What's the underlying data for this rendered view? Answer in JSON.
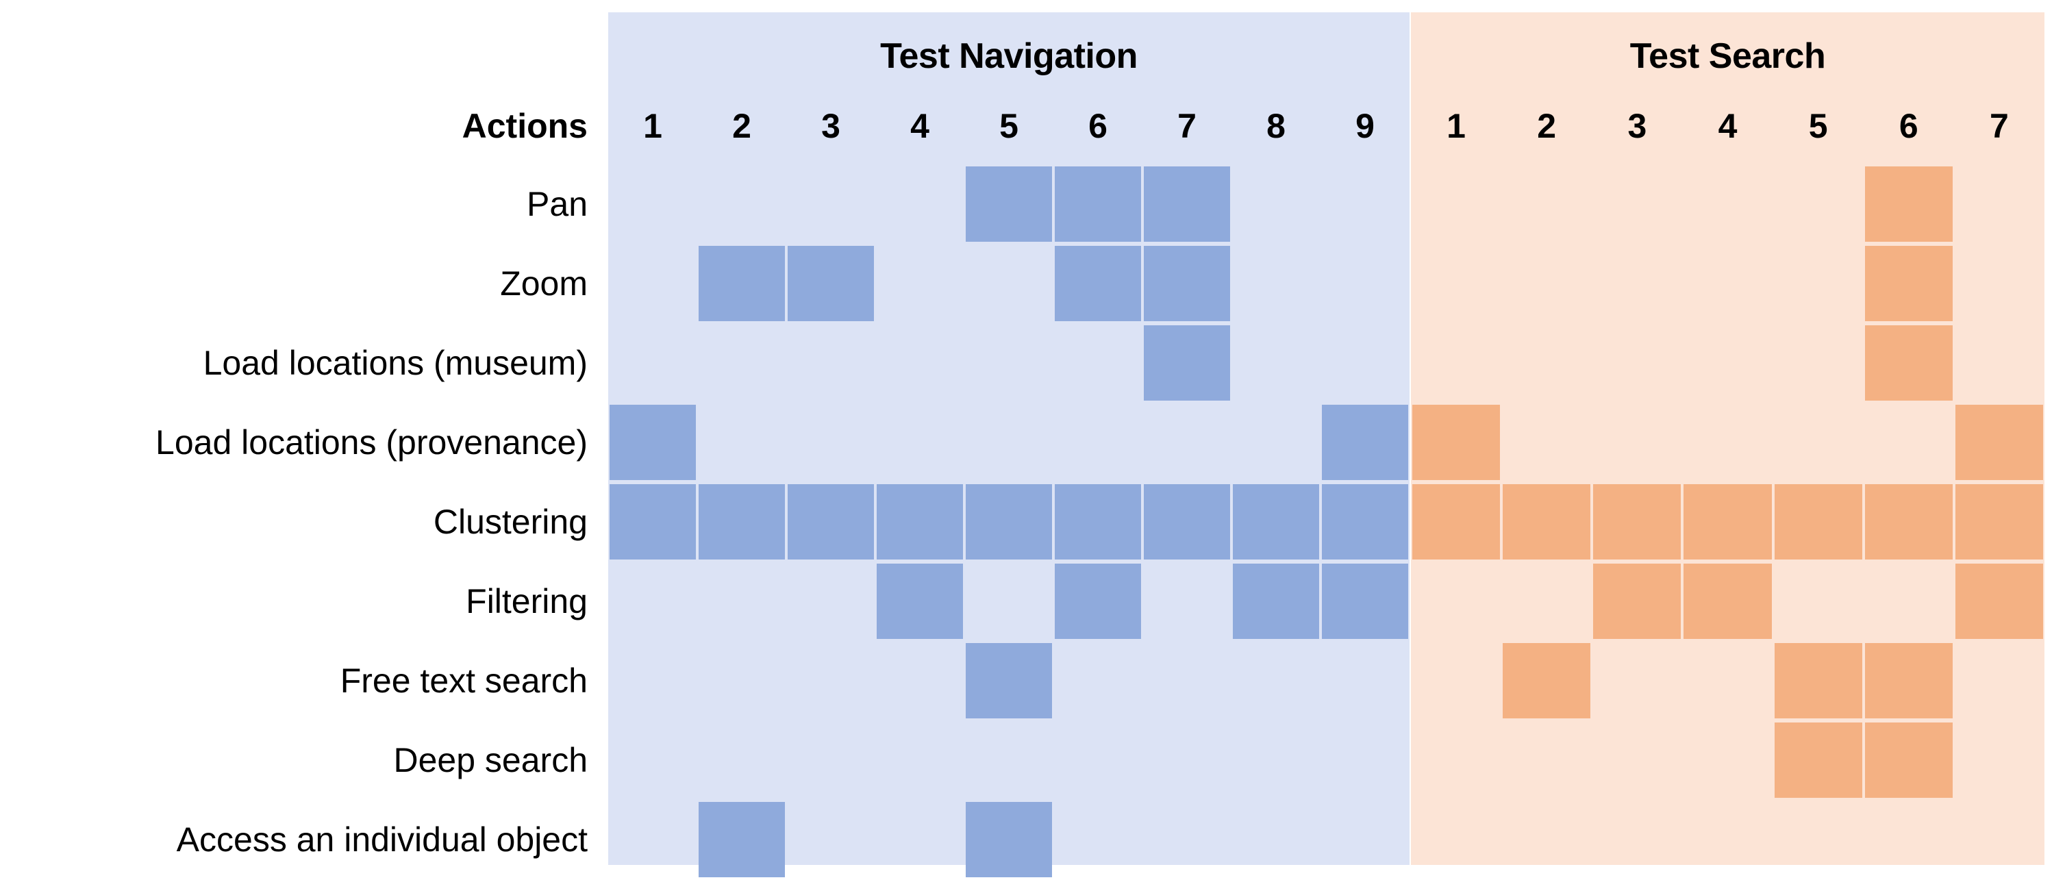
{
  "chart_data": {
    "type": "heatmap",
    "title": "",
    "xlabel": "",
    "ylabel": "Actions",
    "grid": false,
    "legend_position": "none",
    "row_header_label": "Actions",
    "rows": [
      "Pan",
      "Zoom",
      "Load locations (museum)",
      "Load locations (provenance)",
      "Clustering",
      "Filtering",
      "Free text search",
      "Deep search",
      "Access an individual object"
    ],
    "groups": [
      {
        "name": "Test Navigation",
        "key": "navigation",
        "columns": [
          "1",
          "2",
          "3",
          "4",
          "5",
          "6",
          "7",
          "8",
          "9"
        ],
        "fill_color": "#8FAADC",
        "panel_color": "#DCE3F5",
        "matrix": [
          [
            0,
            0,
            0,
            0,
            1,
            1,
            1,
            0,
            0
          ],
          [
            0,
            1,
            1,
            0,
            0,
            1,
            1,
            0,
            0
          ],
          [
            0,
            0,
            0,
            0,
            0,
            0,
            1,
            0,
            0
          ],
          [
            1,
            0,
            0,
            0,
            0,
            0,
            0,
            0,
            1
          ],
          [
            1,
            1,
            1,
            1,
            1,
            1,
            1,
            1,
            1
          ],
          [
            0,
            0,
            0,
            1,
            0,
            1,
            0,
            1,
            1
          ],
          [
            0,
            0,
            0,
            0,
            1,
            0,
            0,
            0,
            0
          ],
          [
            0,
            0,
            0,
            0,
            0,
            0,
            0,
            0,
            0
          ],
          [
            0,
            1,
            0,
            0,
            1,
            0,
            0,
            0,
            0
          ]
        ]
      },
      {
        "name": "Test Search",
        "key": "search",
        "columns": [
          "1",
          "2",
          "3",
          "4",
          "5",
          "6",
          "7"
        ],
        "fill_color": "#F4B183",
        "panel_color": "#FCE4D6",
        "matrix": [
          [
            0,
            0,
            0,
            0,
            0,
            1,
            0
          ],
          [
            0,
            0,
            0,
            0,
            0,
            1,
            0
          ],
          [
            0,
            0,
            0,
            0,
            0,
            1,
            0
          ],
          [
            1,
            0,
            0,
            0,
            0,
            0,
            1
          ],
          [
            1,
            1,
            1,
            1,
            1,
            1,
            1
          ],
          [
            0,
            0,
            1,
            1,
            0,
            0,
            1
          ],
          [
            0,
            1,
            0,
            0,
            1,
            1,
            0
          ],
          [
            0,
            0,
            0,
            0,
            1,
            1,
            0
          ],
          [
            0,
            0,
            0,
            0,
            0,
            0,
            0
          ]
        ]
      }
    ]
  }
}
